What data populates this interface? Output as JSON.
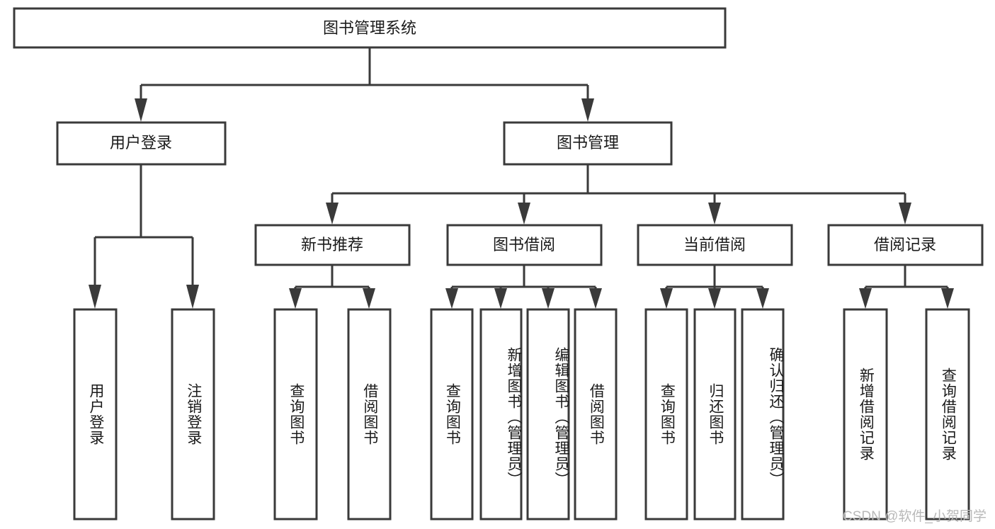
{
  "diagram": {
    "title": "图书管理系统",
    "type": "hierarchy-tree",
    "watermark": "CSDN @软件_小贺同学",
    "colors": {
      "stroke": "#3a3a3a",
      "fill": "#ffffff",
      "text": "#1a1a1a",
      "watermark": "#b9b9b9"
    },
    "levels": [
      {
        "level": 0,
        "nodes": [
          {
            "id": "root",
            "label": "图书管理系统",
            "orientation": "horizontal"
          }
        ]
      },
      {
        "level": 1,
        "nodes": [
          {
            "id": "user-login",
            "label": "用户登录",
            "orientation": "horizontal",
            "parent": "root"
          },
          {
            "id": "book-manage",
            "label": "图书管理",
            "orientation": "horizontal",
            "parent": "root"
          }
        ]
      },
      {
        "level": 2,
        "nodes": [
          {
            "id": "new-book-rec",
            "label": "新书推荐",
            "orientation": "horizontal",
            "parent": "book-manage"
          },
          {
            "id": "book-borrow",
            "label": "图书借阅",
            "orientation": "horizontal",
            "parent": "book-manage"
          },
          {
            "id": "current-borrow",
            "label": "当前借阅",
            "orientation": "horizontal",
            "parent": "book-manage"
          },
          {
            "id": "borrow-record",
            "label": "借阅记录",
            "orientation": "horizontal",
            "parent": "book-manage"
          }
        ]
      },
      {
        "level": 3,
        "nodes": [
          {
            "id": "leaf-1",
            "label": "用户登录",
            "orientation": "vertical",
            "parent": "user-login"
          },
          {
            "id": "leaf-2",
            "label": "注销登录",
            "orientation": "vertical",
            "parent": "user-login"
          },
          {
            "id": "leaf-3",
            "label": "查询图书",
            "orientation": "vertical",
            "parent": "new-book-rec"
          },
          {
            "id": "leaf-4",
            "label": "借阅图书",
            "orientation": "vertical",
            "parent": "new-book-rec"
          },
          {
            "id": "leaf-5",
            "label": "查询图书",
            "orientation": "vertical",
            "parent": "book-borrow"
          },
          {
            "id": "leaf-6",
            "label": "新增图书（管理员）",
            "orientation": "vertical",
            "parent": "book-borrow"
          },
          {
            "id": "leaf-7",
            "label": "编辑图书（管理员）",
            "orientation": "vertical",
            "parent": "book-borrow"
          },
          {
            "id": "leaf-8",
            "label": "借阅图书",
            "orientation": "vertical",
            "parent": "book-borrow"
          },
          {
            "id": "leaf-9",
            "label": "查询图书",
            "orientation": "vertical",
            "parent": "current-borrow"
          },
          {
            "id": "leaf-10",
            "label": "归还图书",
            "orientation": "vertical",
            "parent": "current-borrow"
          },
          {
            "id": "leaf-11",
            "label": "确认归还（管理员）",
            "orientation": "vertical",
            "parent": "current-borrow"
          },
          {
            "id": "leaf-12",
            "label": "新增借阅记录",
            "orientation": "vertical",
            "parent": "borrow-record"
          },
          {
            "id": "leaf-13",
            "label": "查询借阅记录",
            "orientation": "vertical",
            "parent": "borrow-record"
          }
        ]
      }
    ]
  }
}
